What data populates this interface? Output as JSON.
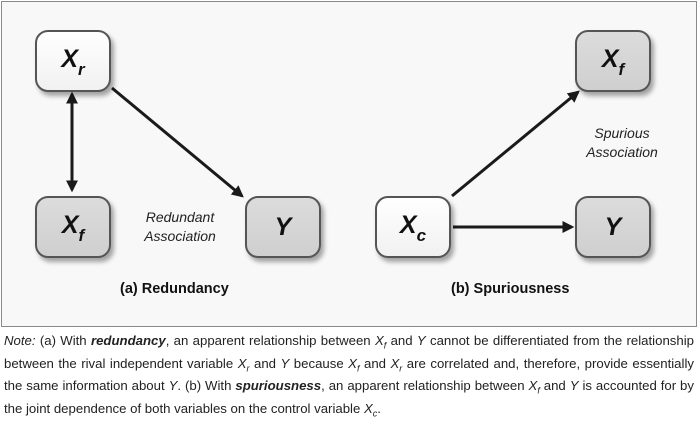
{
  "panel_a": {
    "caption": "(a) Redundancy",
    "node_xr": {
      "base": "X",
      "sub": "r"
    },
    "node_xf": {
      "base": "X",
      "sub": "f"
    },
    "node_y": {
      "text": "Y"
    },
    "annotation_line1": "Redundant",
    "annotation_line2": "Association"
  },
  "panel_b": {
    "caption": "(b) Spuriousness",
    "node_xf": {
      "base": "X",
      "sub": "f"
    },
    "node_xc": {
      "base": "X",
      "sub": "c"
    },
    "node_y": {
      "text": "Y"
    },
    "annotation_line1": "Spurious",
    "annotation_line2": "Association"
  },
  "note": {
    "label": "Note:",
    "s1": " (a) With ",
    "k1": "redundancy",
    "s2": ", an apparent relationship between ",
    "v1": "X",
    "v1sub": "f",
    "s3": " and ",
    "v2": "Y",
    "s4": " cannot be differentiated from the relationship between the rival independent variable ",
    "v3": "X",
    "v3sub": "r",
    "s5": " and ",
    "v4": "Y",
    "s6": " because ",
    "v5": "X",
    "v5sub": "f",
    "s7": " and ",
    "v6": "X",
    "v6sub": "r",
    "s8": " are correlated and, therefore, provide essentially the same information about ",
    "v7": "Y",
    "s9": ". (b) With ",
    "k2": "spuriousness",
    "s10": ", an apparent relationship between ",
    "v8": "X",
    "v8sub": "f",
    "s11": " and ",
    "v9": "Y",
    "s12": " is accounted for by the joint dependence of both variables on the control variable ",
    "v10": "X",
    "v10sub": "c",
    "s13": "."
  },
  "colors": {
    "arrow": "#1a1a1a",
    "node_gray": "#d4d4d4",
    "node_white": "#fafafa",
    "border": "#555555"
  }
}
